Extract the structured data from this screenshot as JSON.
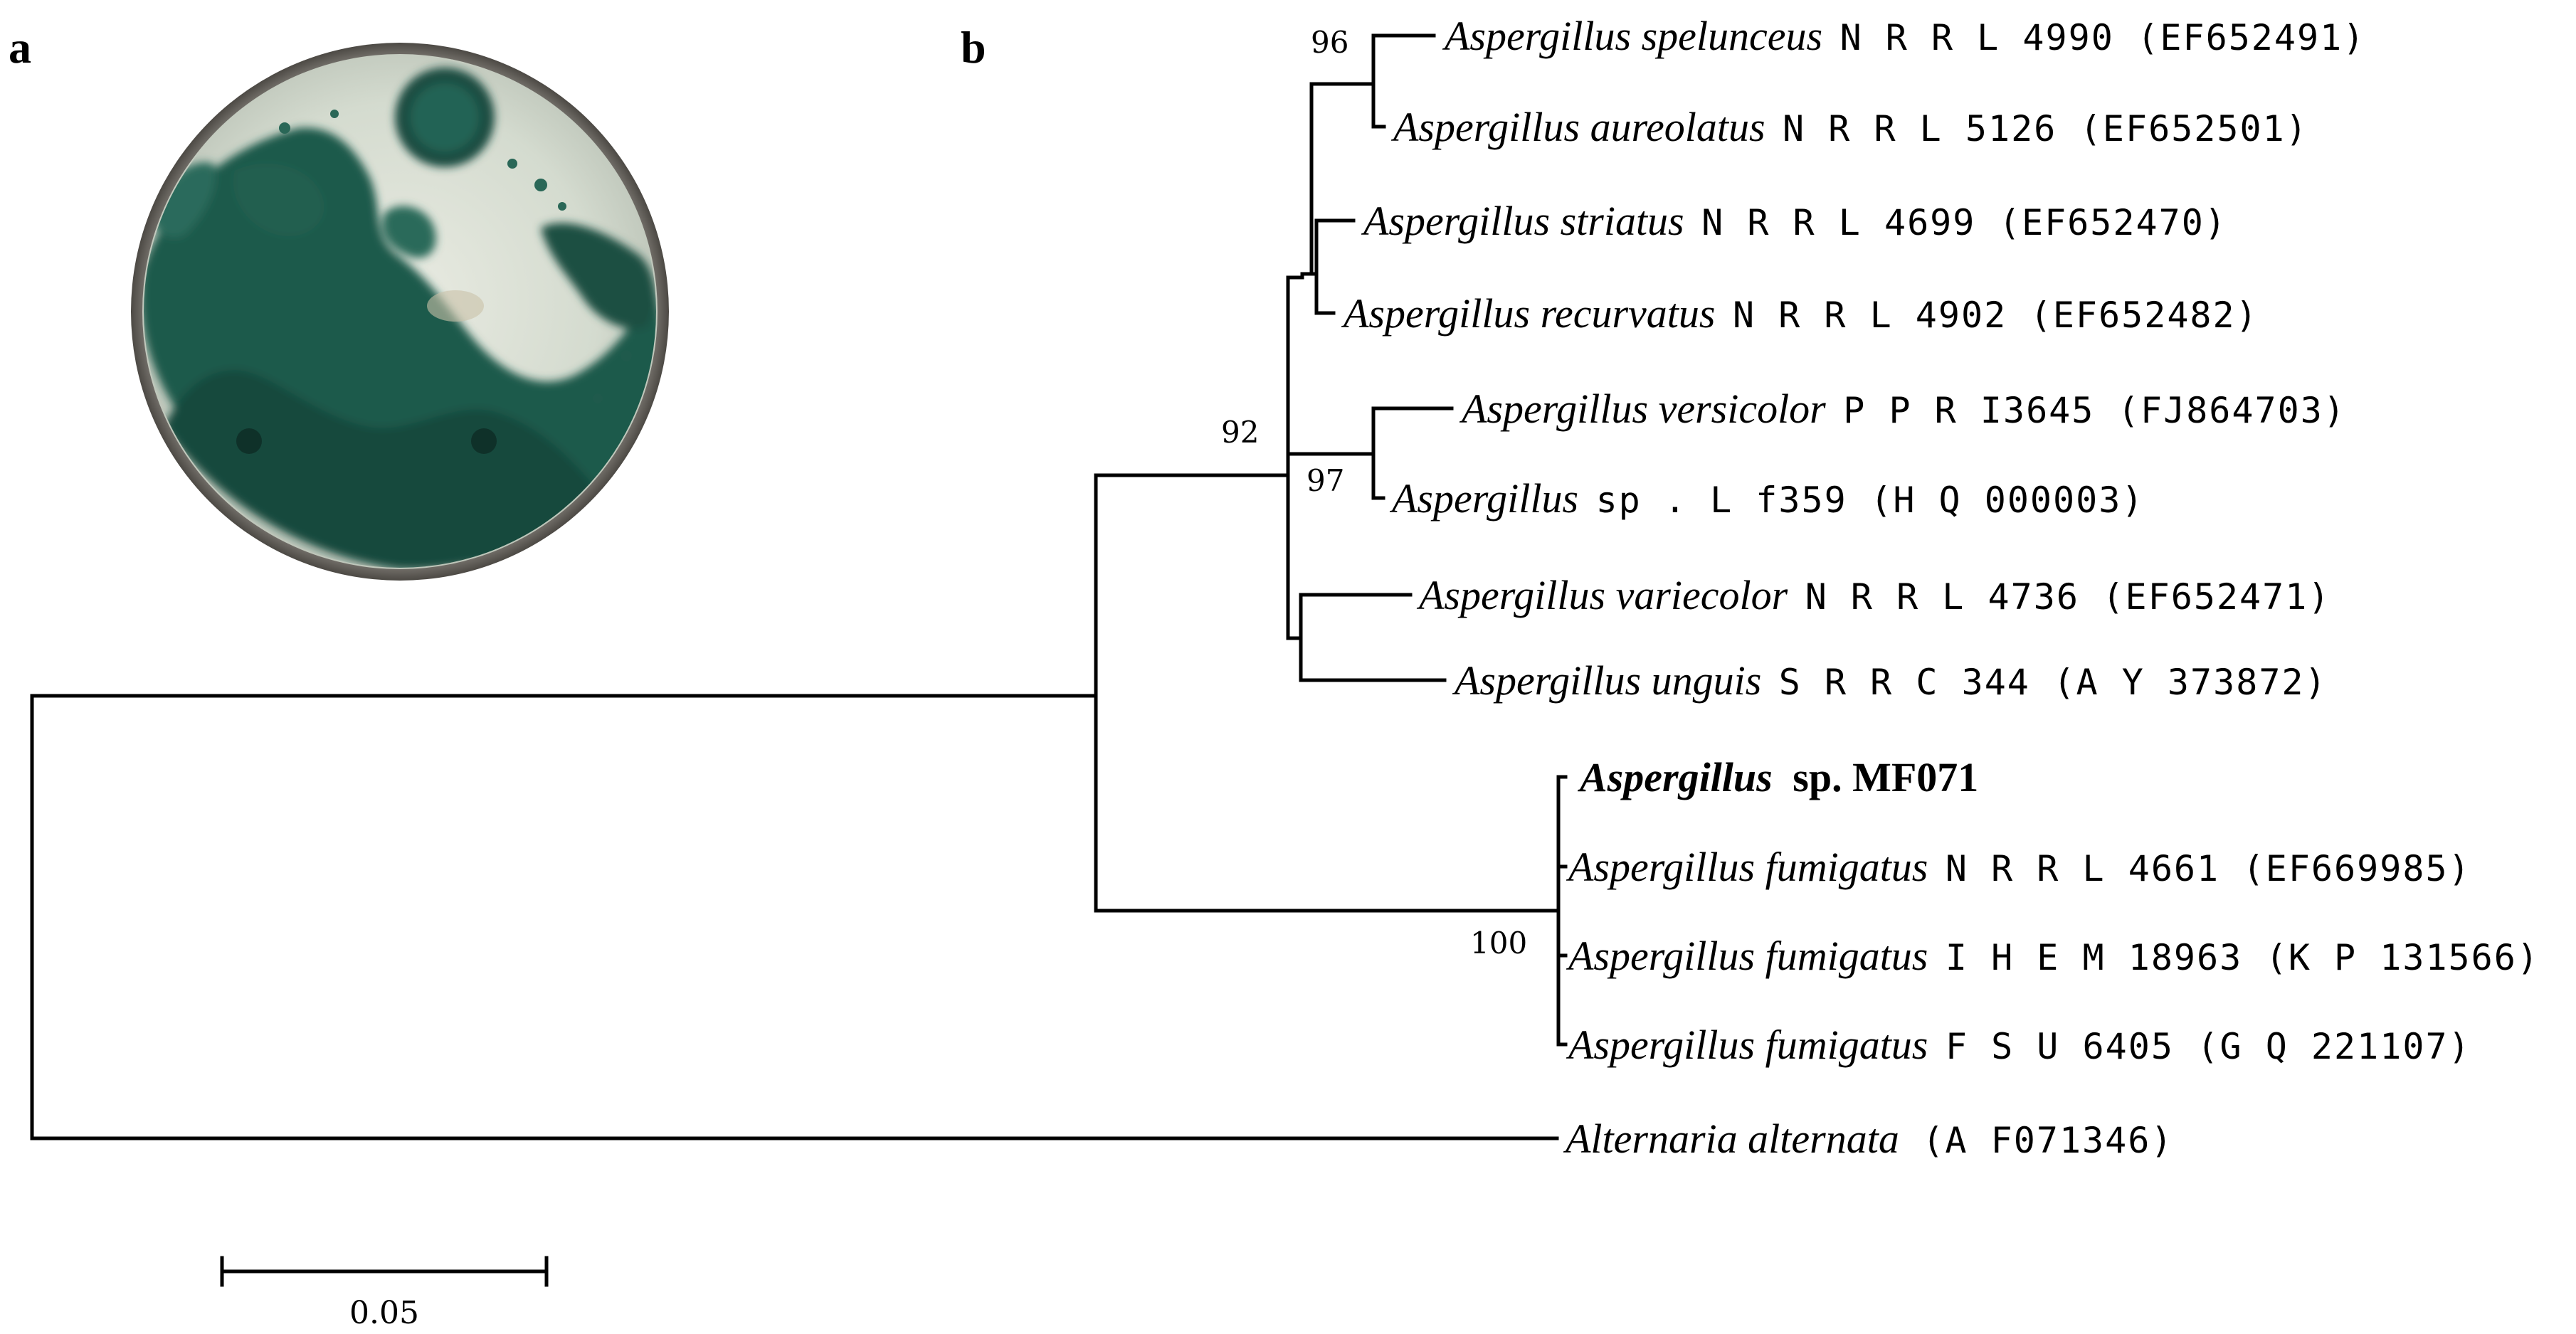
{
  "figure": {
    "panel_a_label": "a",
    "panel_b_label": "b",
    "photo": {
      "description_icon": "petri-dish-photo",
      "colors": {
        "rim": "#6d6a66",
        "medium": "#d8ddd2",
        "colony": "#1f5a4c",
        "colony_dark": "#143f35"
      }
    },
    "tree": {
      "taxa": [
        {
          "id": "spelunceus",
          "genus_species": "Aspergillus spelunceus",
          "strain": "N R R L 4990",
          "accession": "(EF652491)"
        },
        {
          "id": "aureolatus",
          "genus_species": "Aspergillus aureolatus",
          "strain": "N R R L 5126",
          "accession": "(EF652501)"
        },
        {
          "id": "striatus",
          "genus_species": "Aspergillus striatus",
          "strain": "N R R L 4699",
          "accession": "(EF652470)"
        },
        {
          "id": "recurvatus",
          "genus_species": "Aspergillus recurvatus",
          "strain": "N R R L 4902",
          "accession": "(EF652482)"
        },
        {
          "id": "versicolor",
          "genus_species": "Aspergillus versicolor",
          "strain": "P P R I3645",
          "accession": "(FJ864703)"
        },
        {
          "id": "sp_lf359",
          "genus_species": "Aspergillus",
          "strain": "sp . L f359",
          "accession": "(H Q 000003)"
        },
        {
          "id": "variecolor",
          "genus_species": "Aspergillus variecolor",
          "strain": "N R R L 4736",
          "accession": "(EF652471)"
        },
        {
          "id": "unguis",
          "genus_species": "Aspergillus unguis",
          "strain": "S R R C 344",
          "accession": "(A Y 373872)"
        },
        {
          "id": "mf071",
          "genus_species": "Aspergillus",
          "strain": "sp. MF071",
          "accession": "",
          "highlight": true
        },
        {
          "id": "fumigatus1",
          "genus_species": "Aspergillus fumigatus",
          "strain": "N R R L 4661",
          "accession": "(EF669985)"
        },
        {
          "id": "fumigatus2",
          "genus_species": "Aspergillus fumigatus",
          "strain": "I H E M   18963",
          "accession": "(K P 131566)"
        },
        {
          "id": "fumigatus3",
          "genus_species": "Aspergillus fumigatus",
          "strain": "F S U 6405",
          "accession": "(G Q 221107)"
        },
        {
          "id": "alternaria",
          "genus_species": "Alternaria alternata",
          "strain": "",
          "accession": "(A F071346)"
        }
      ],
      "bootstrap": {
        "spelunceus_aureolatus": "96",
        "aspergillus_core": "92",
        "versicolor_lf359": "97",
        "fumigatus_clade": "100"
      },
      "scale_bar": {
        "label": "0.05",
        "value": 0.05
      }
    }
  }
}
